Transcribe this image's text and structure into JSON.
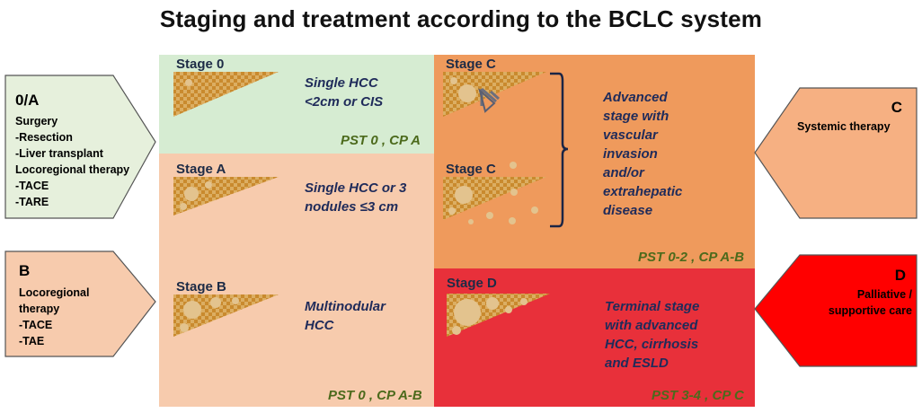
{
  "title": "Staging and treatment according to the BCLC system",
  "stages": {
    "stage0": {
      "label": "Stage 0",
      "desc": [
        "Single HCC",
        "<2cm or CIS"
      ],
      "pst": "PST 0 , CP A"
    },
    "stageA": {
      "label": "Stage A",
      "desc": [
        "Single HCC or 3",
        "nodules ≤3 cm"
      ]
    },
    "stageB": {
      "label": "Stage B",
      "desc": [
        "Multinodular",
        "HCC"
      ],
      "pst": "PST 0 , CP A-B"
    },
    "stageC": {
      "label1": "Stage C",
      "label2": "Stage C",
      "desc": [
        "Advanced",
        "stage with",
        "vascular",
        "invasion",
        "and/or",
        "extrahepatic",
        "disease"
      ],
      "pst": "PST 0-2 , CP A-B"
    },
    "stageD": {
      "label": "Stage D",
      "desc": [
        "Terminal stage",
        "with advanced",
        "HCC, cirrhosis",
        "and ESLD"
      ],
      "pst": "PST 3-4 , CP C"
    }
  },
  "treatments": {
    "t0A": {
      "heading": "0/A",
      "lines": [
        "Surgery",
        "-Resection",
        "-Liver transplant",
        "Locoregional therapy",
        "-TACE",
        "-TARE"
      ]
    },
    "tB": {
      "heading": "B",
      "lines": [
        "Locoregional",
        "therapy",
        "-TACE",
        "-TAE"
      ]
    },
    "tC": {
      "heading": "C",
      "lines": [
        "Systemic therapy"
      ]
    },
    "tD": {
      "heading": "D",
      "lines": [
        "Palliative /",
        "supportive care"
      ]
    }
  },
  "colors": {
    "stage0_bg": "#d6ecd2",
    "stageAB_bg": "#f7cbad",
    "stageC_bg": "#ef9a5c",
    "stageD_bg": "#e8303a",
    "arrow_0A": "#e6f0dc",
    "arrow_B": "#f7cbad",
    "arrow_C": "#f6b082",
    "arrow_D": "#ff0000",
    "tumor": "#c98a2e",
    "nodule": "#e3c38e"
  }
}
